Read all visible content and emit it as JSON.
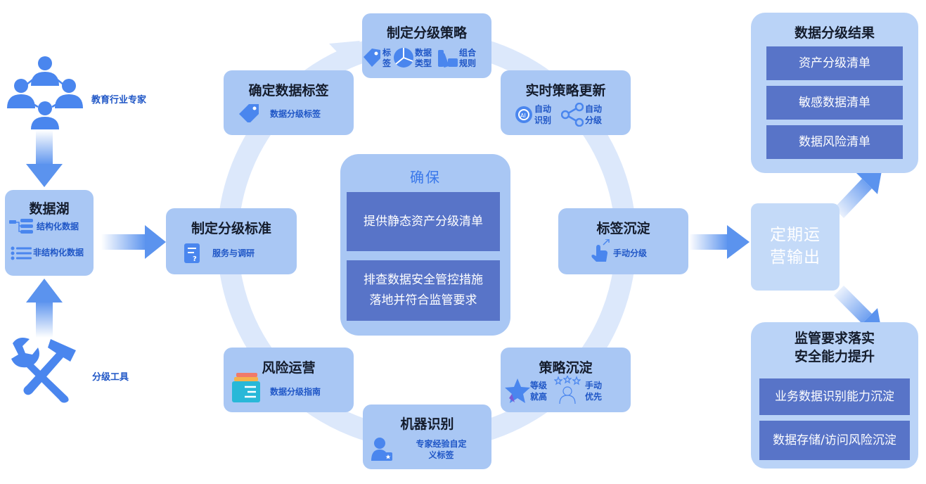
{
  "colors": {
    "box_fill": "#a9c7f4",
    "dark_fill": "#5874c8",
    "ring": "#dce8fb",
    "icon_blue": "#4a86ee",
    "label_blue": "#1f56c6",
    "panel_fill": "#bad3f7"
  },
  "left": {
    "expert_label": "教育行业专家",
    "lake_title": "数据湖",
    "lake_structured": "结构化数据",
    "lake_unstructured": "非结构化数据",
    "tool_label": "分级工具"
  },
  "ring": {
    "standard": {
      "title": "制定分级标准",
      "sub": "服务与调研"
    },
    "tag": {
      "title": "确定数据标签",
      "sub": "数据分级标签"
    },
    "policy": {
      "title": "制定分级策略",
      "items": [
        {
          "icon": "tag-icon",
          "lines": [
            "标",
            "签"
          ]
        },
        {
          "icon": "pie-chart-icon",
          "lines": [
            "数据",
            "类型"
          ]
        },
        {
          "icon": "palette-icon",
          "lines": [
            "组合",
            "规则"
          ]
        }
      ]
    },
    "update": {
      "title": "实时策略更新",
      "items": [
        {
          "icon": "ai-chip-icon",
          "lines": [
            "自动",
            "识别"
          ]
        },
        {
          "icon": "share-icon",
          "lines": [
            "自动",
            "分级"
          ]
        }
      ]
    },
    "deposit": {
      "title": "标签沉淀",
      "sub": "手动分级"
    },
    "strategy": {
      "title": "策略沉淀",
      "items": [
        {
          "icon": "star-icon",
          "lines": [
            "等级",
            "就高"
          ]
        },
        {
          "icon": "user-stars-icon",
          "lines": [
            "手动",
            "优先"
          ]
        }
      ]
    },
    "machine": {
      "title": "机器识别",
      "sub_lines": [
        "专家经验自定",
        "义标签"
      ]
    },
    "risk": {
      "title": "风险运营",
      "sub": "数据分级指南"
    }
  },
  "center": {
    "title": "确保",
    "item1": "提供静态资产分级清单",
    "item2_lines": [
      "排查数据安全管控措施",
      "落地并符合监管要求"
    ]
  },
  "output": {
    "lines": [
      "定期运",
      "营输出"
    ]
  },
  "results": {
    "title": "数据分级结果",
    "items": [
      "资产分级清单",
      "敏感数据清单",
      "数据风险清单"
    ]
  },
  "regulation": {
    "title_lines": [
      "监管要求落实",
      "安全能力提升"
    ],
    "items": [
      "业务数据识别能力沉淀",
      "数据存储/访问风险沉淀"
    ]
  }
}
